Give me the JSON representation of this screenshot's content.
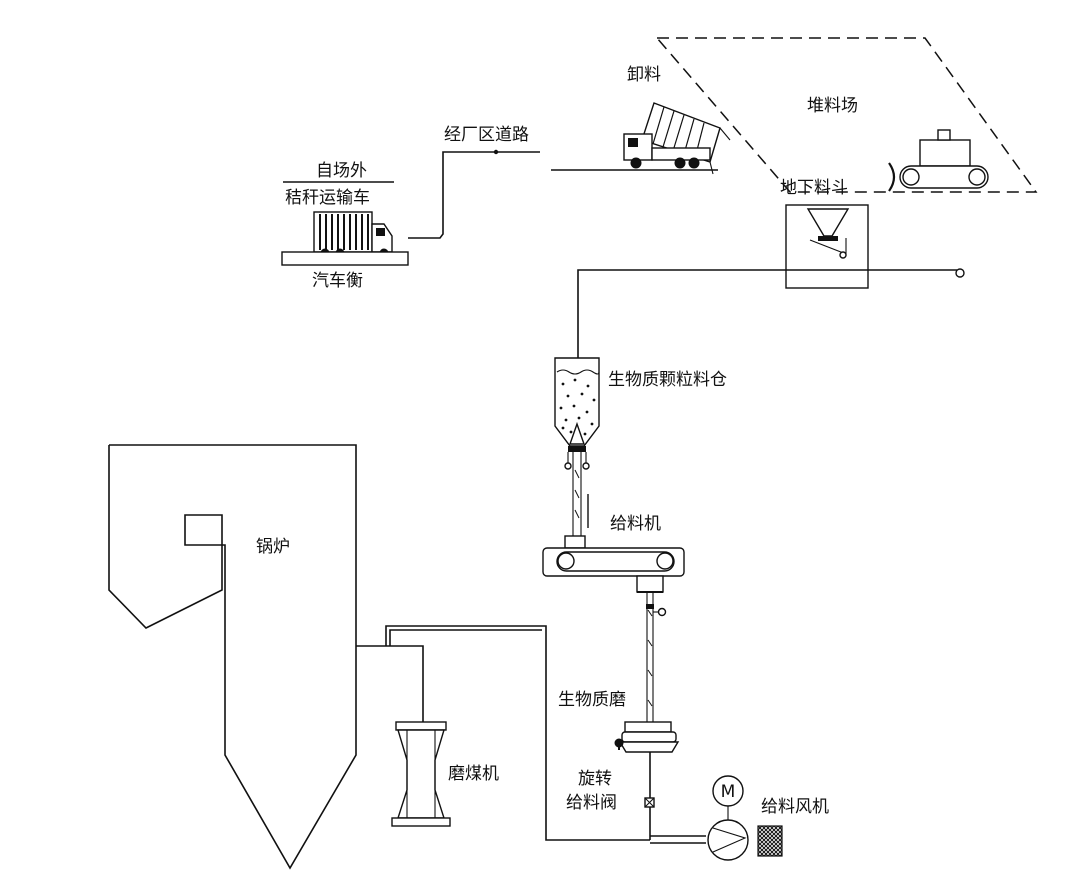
{
  "labels": {
    "truck_top": "自场外",
    "truck_bottom": "秸秆运输车",
    "scale": "汽车衡",
    "road": "经厂区道路",
    "unload": "卸料",
    "yard": "堆料场",
    "hopper": "地下料斗",
    "silo": "生物质颗粒料仓",
    "feeder": "给料机",
    "boiler": "锅炉",
    "coal_mill": "磨煤机",
    "bio_mill": "生物质磨",
    "valve_1": "旋转",
    "valve_2": "给料阀",
    "fan": "给料风机",
    "motor": "M"
  },
  "colors": {
    "line": "#111111",
    "background": "#ffffff"
  }
}
